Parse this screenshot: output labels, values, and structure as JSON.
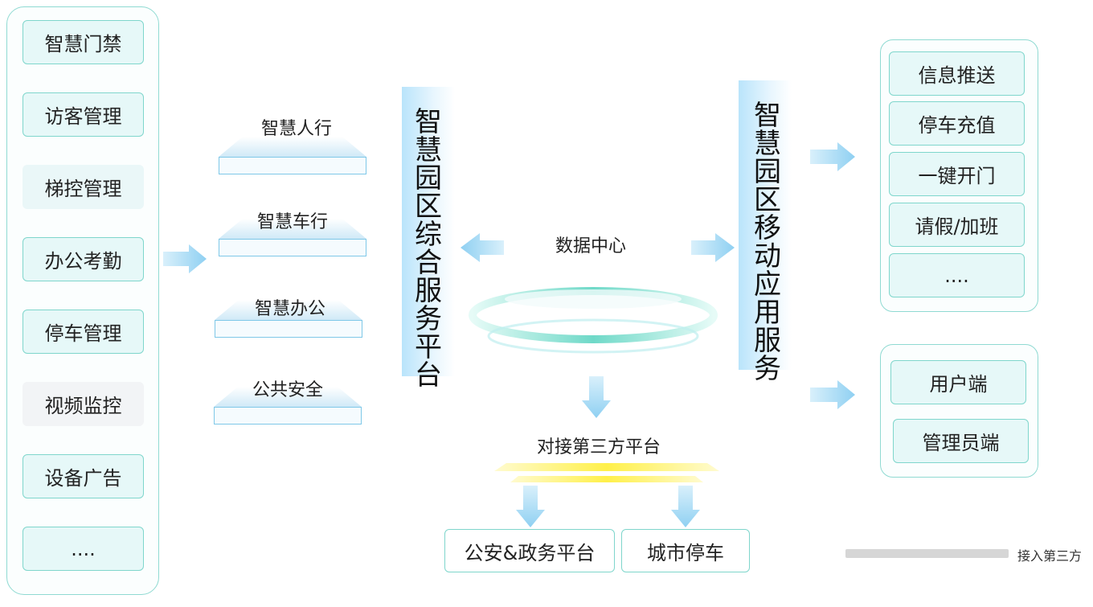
{
  "left_panel": {
    "items": [
      "智慧门禁",
      "访客管理",
      "梯控管理",
      "办公考勤",
      "停车管理",
      "视频监控",
      "设备广告",
      "...."
    ]
  },
  "platforms": [
    "智慧人行",
    "智慧车行",
    "智慧办公",
    "公共安全"
  ],
  "integrated_platform": [
    "智",
    "慧",
    "园",
    "区",
    "综",
    "合",
    "服",
    "务",
    "平",
    "台"
  ],
  "mobile_service": [
    "智",
    "慧",
    "园",
    "区",
    "移",
    "动",
    "应",
    "用",
    "服",
    "务"
  ],
  "data_center": "数据中心",
  "third_party": {
    "title": "对接第三方平台",
    "items": [
      "公安&政务平台",
      "城市停车"
    ]
  },
  "right_top": {
    "items": [
      "信息推送",
      "停车充值",
      "一键开门",
      "请假/加班",
      "...."
    ]
  },
  "right_bottom": {
    "items": [
      "用户端",
      "管理员端"
    ]
  },
  "legend": {
    "label": "接入第三方"
  }
}
